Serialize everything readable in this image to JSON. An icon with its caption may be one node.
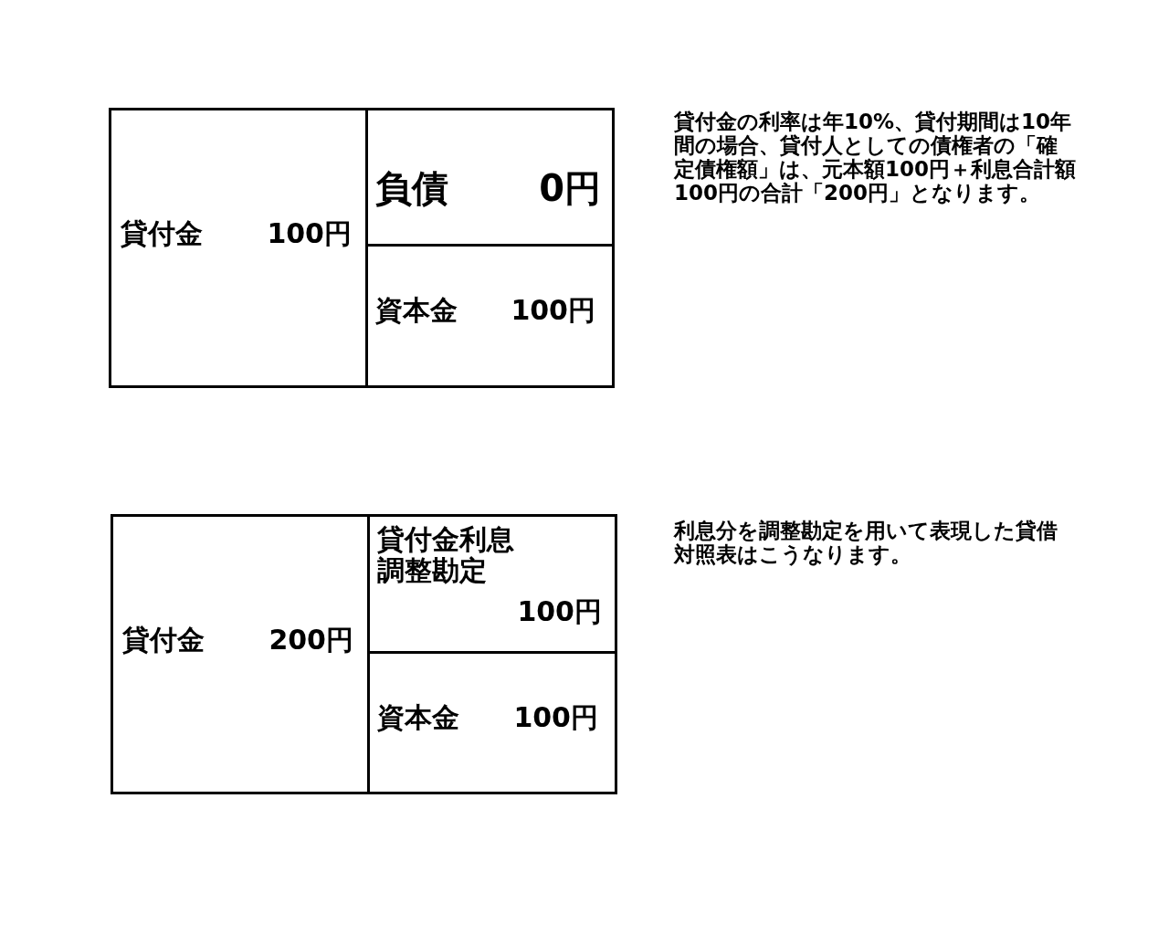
{
  "diagram": {
    "nodes": [
      {
        "text": [
          "貸付金",
          "100円"
        ]
      },
      {
        "text": [
          "負債",
          "0円"
        ]
      },
      {
        "text": [
          "資本金",
          "100円"
        ]
      },
      {
        "text": [
          "貸付金",
          "200円"
        ]
      },
      {
        "text": [
          "貸付金利息調整勘定",
          "100円"
        ]
      },
      {
        "text": [
          "資本金",
          "100円"
        ]
      }
    ],
    "edges": [],
    "labels": [
      "貸付金の利率は年10%、貸付期間は10年間の場合、貸付人としての債権者の「確定債権額」は、元本額100円＋利息合計額100円の合計「200円」となります。",
      "利息分を調整勘定を用いて表現した貸借対照表はこうなります。"
    ]
  }
}
